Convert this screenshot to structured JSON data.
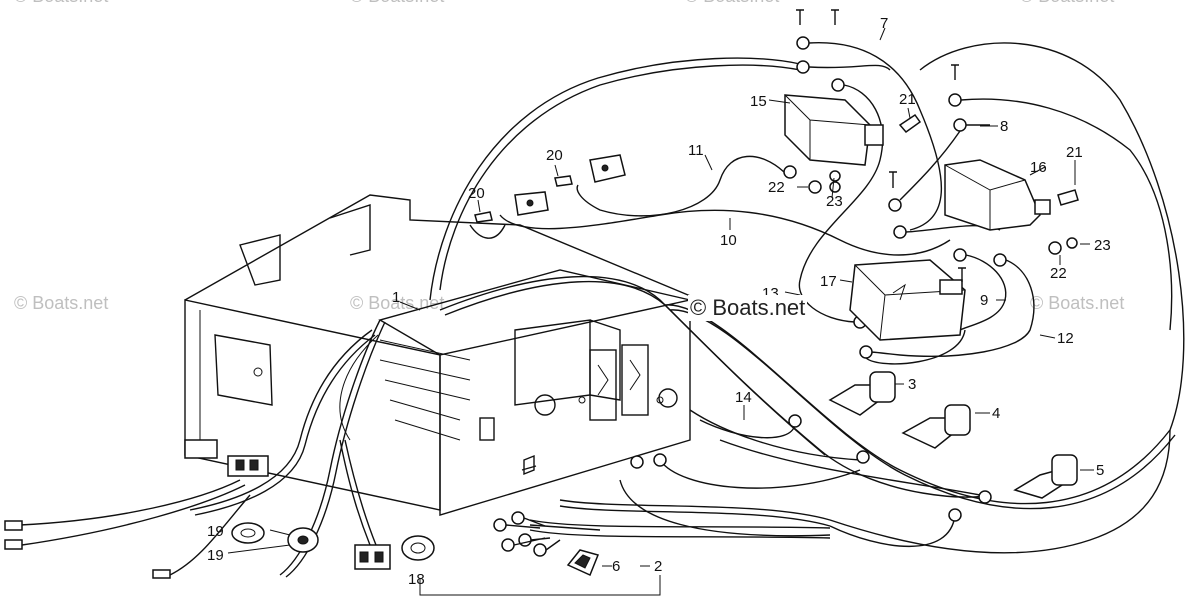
{
  "watermarks": {
    "small": "© Boats.net",
    "center": "© Boats.net"
  },
  "callouts": [
    "1",
    "2",
    "3",
    "4",
    "5",
    "6",
    "7",
    "8",
    "9",
    "10",
    "11",
    "12",
    "13",
    "14",
    "15",
    "16",
    "17",
    "18",
    "19",
    "19",
    "20",
    "20",
    "21",
    "21",
    "22",
    "22",
    "23",
    "23"
  ]
}
